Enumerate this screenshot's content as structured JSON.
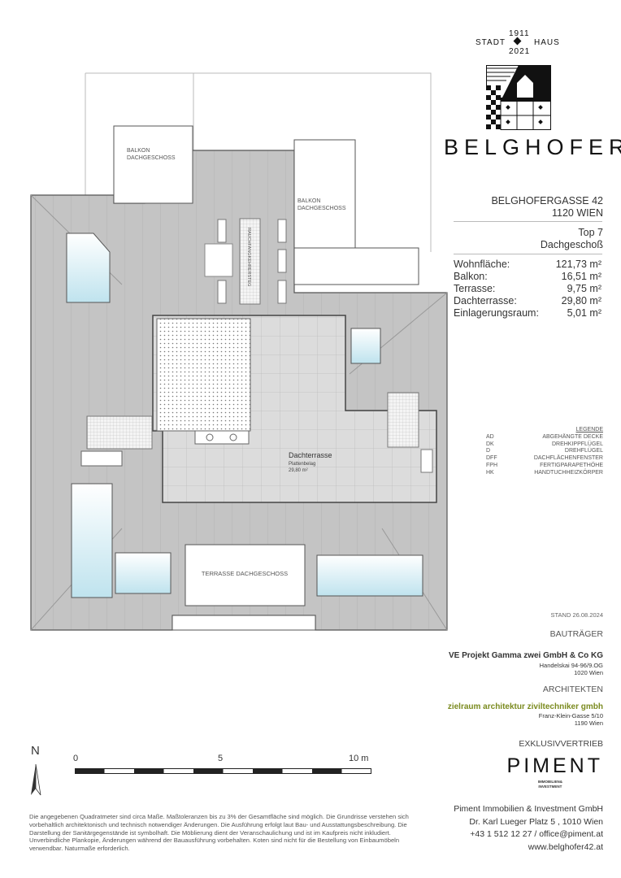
{
  "logo": {
    "year_top": "1911",
    "left": "STADT",
    "right": "HAUS",
    "year_bottom": "2021",
    "name": "BELGHOFER"
  },
  "address": {
    "street": "BELGHOFERGASSE 42",
    "city": "1120 WIEN"
  },
  "unit": {
    "top": "Top 7",
    "floor": "Dachgeschoß"
  },
  "areas": [
    {
      "label": "Wohnfläche:",
      "value": "121,73 m²"
    },
    {
      "label": "Balkon:",
      "value": "16,51 m²"
    },
    {
      "label": "Terrasse:",
      "value": "9,75 m²"
    },
    {
      "label": "Dachterrasse:",
      "value": "29,80 m²"
    },
    {
      "label": "Einlagerungsraum:",
      "value": "5,01 m²"
    }
  ],
  "legend": {
    "title": "LEGENDE",
    "items": [
      {
        "code": "AD",
        "text": "ABGEHÄNGTE DECKE"
      },
      {
        "code": "DK",
        "text": "DREHKIPPFLÜGEL"
      },
      {
        "code": "D",
        "text": "DREHFLÜGEL"
      },
      {
        "code": "DFF",
        "text": "DACHFLÄCHENFENSTER"
      },
      {
        "code": "FPH",
        "text": "FERTIGPARAPETHÖHE"
      },
      {
        "code": "HK",
        "text": "HANDTUCHHEIZKÖRPER"
      }
    ]
  },
  "plan": {
    "balkon_left": [
      "BALKON",
      "DACHGESCHOSS"
    ],
    "balkon_right": [
      "BALKON",
      "DACHGESCHOSS"
    ],
    "steg": "RAUCHFANGKEHRERSTEG",
    "terrace_title": "Dachterrasse",
    "terrace_material": "Plattenbelag",
    "terrace_area": "29,80 m²",
    "terrasse_dg": "TERRASSE DACHGESCHOSS"
  },
  "stand": "STAND 26.08.2024",
  "bautraeger": {
    "heading": "BAUTRÄGER",
    "name": "VE Projekt Gamma zwei GmbH & Co KG",
    "street": "Handelskai 94-96/9.OG",
    "city": "1020 Wien"
  },
  "architekten": {
    "heading": "ARCHITEKTEN",
    "name": "zielraum architektur ziviltechniker gmbh",
    "street": "Franz-Klein-Gasse 5/10",
    "city": "1190 Wien",
    "color": "#7a8a1e"
  },
  "vertrieb": {
    "heading": "EXKLUSIVVERTRIEB",
    "logo": "PIMENT",
    "logo_sub1": "IMMOBILIEN&",
    "logo_sub2": "INVESTMENT",
    "company": "Piment Immobilien & Investment GmbH",
    "street": "Dr. Karl Lueger Platz 5 , 1010 Wien",
    "phone": "+43 1 512 12 27 / office@piment.at",
    "web": "www.belghofer42.at"
  },
  "scale": {
    "north": "N",
    "label_0": "0",
    "label_5": "5",
    "label_10": "10 m"
  },
  "disclaimer": "Die angegebenen Quadratmeter sind circa Maße. Maßtoleranzen bis zu 3% der Gesamtfläche sind möglich. Die Grundrisse verstehen sich vorbehaltlich architektonisch und technisch notwendiger Änderungen. Die Ausführung erfolgt laut Bau- und Ausstattungsbeschreibung. Die Darstellung der Sanitärgegenstände ist symbolhaft. Die Möblierung dient der Veranschaulichung und ist im Kaufpreis nicht inkludiert. Unverbindliche Plankopie, Änderungen während der Bauausführung vorbehalten. Koten sind nicht für die Bestellung von Einbaumöbeln verwendbar. Naturmaße erforderlich."
}
